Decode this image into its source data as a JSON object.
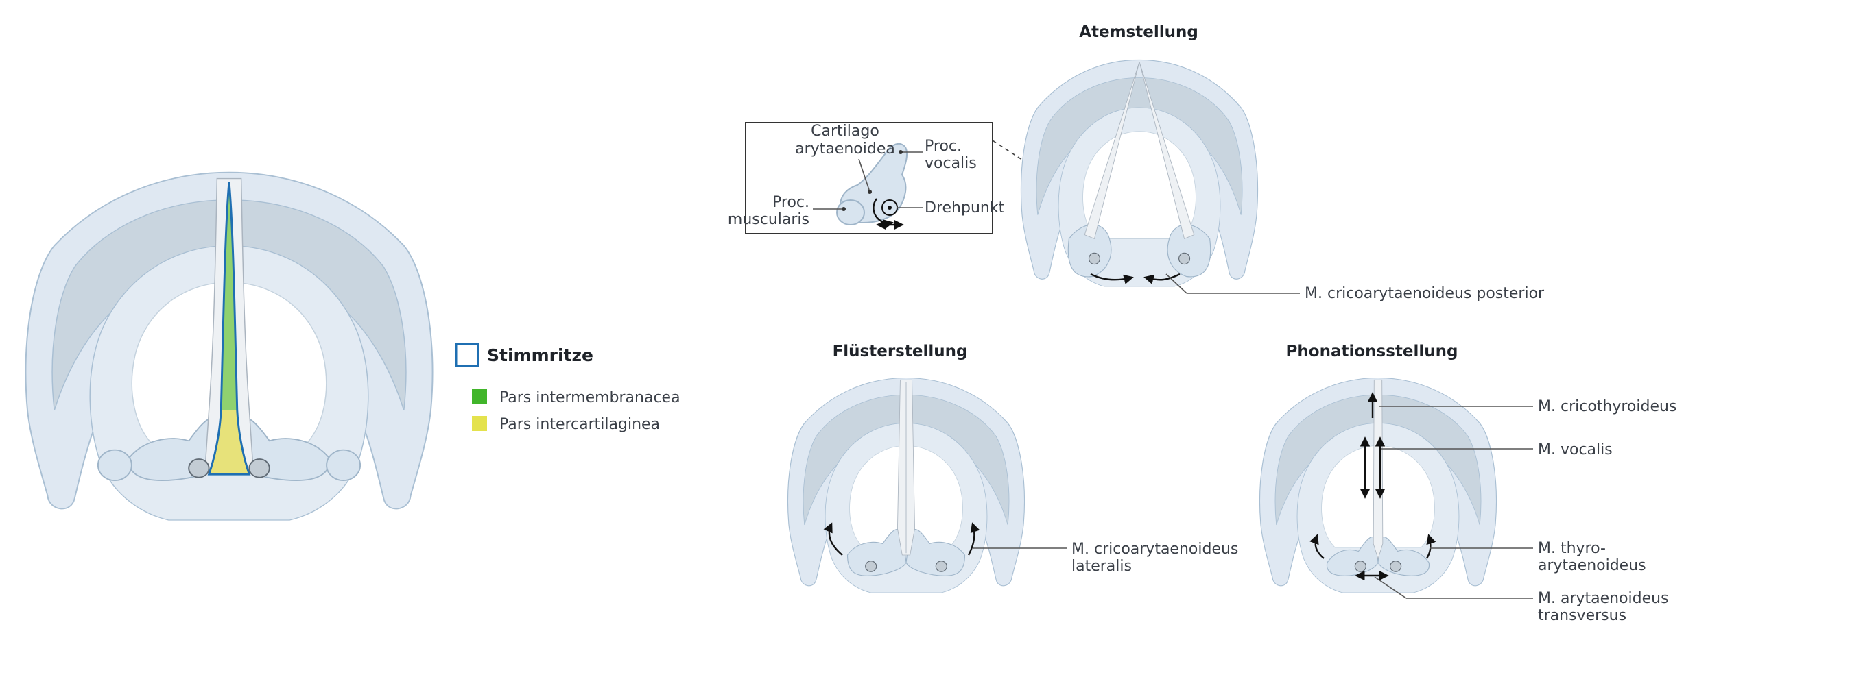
{
  "legend": {
    "title": "Stimmritze",
    "items": [
      {
        "label": "Pars intermembranacea",
        "color": "#41b52a"
      },
      {
        "label": "Pars intercartilaginea",
        "color": "#e4e24d"
      }
    ],
    "outline_color": "#1f6fb2"
  },
  "inset": {
    "cartilage": "Cartilago arytaenoidea",
    "vocal_process": "Proc. vocalis",
    "muscular_process": "Proc. muscularis",
    "pivot": "Drehpunkt"
  },
  "panels": {
    "atem": {
      "title": "Atemstellung",
      "muscle": "M. cricoarytaenoideus posterior"
    },
    "fluester": {
      "title": "Flüsterstellung",
      "muscle": "M. cricoarytaenoideus lateralis"
    },
    "phonation": {
      "title": "Phonationsstellung",
      "muscles": [
        "M. cricothyroideus",
        "M. vocalis",
        "M. thyro- arytaenoideus",
        "M. arytaenoideus transversus"
      ]
    }
  }
}
